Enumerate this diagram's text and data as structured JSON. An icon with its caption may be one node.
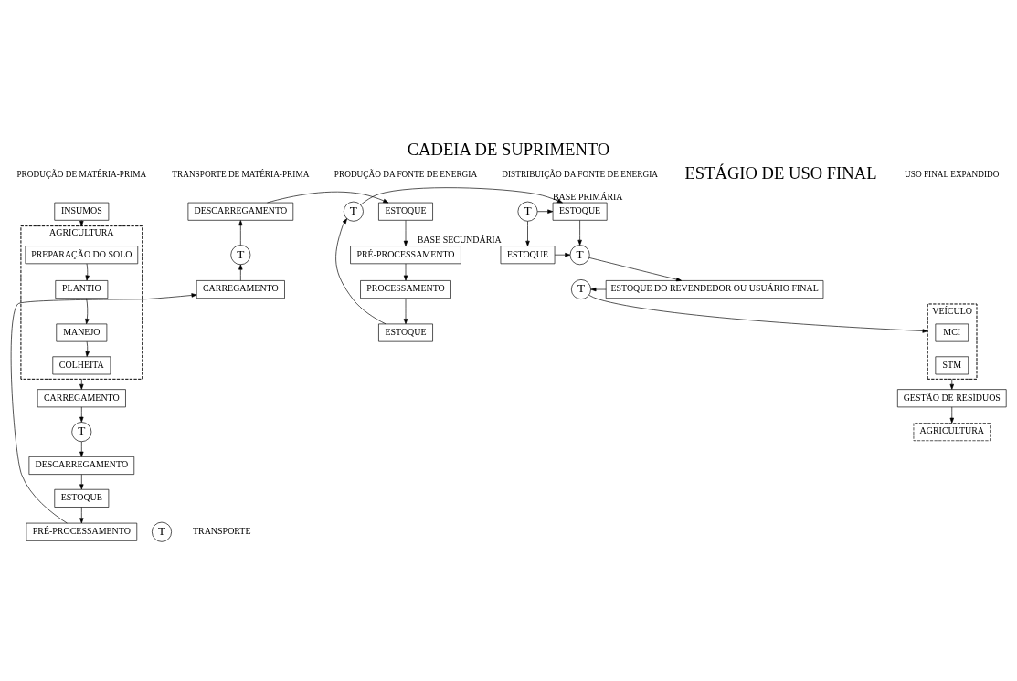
{
  "diagram": {
    "title": "CADEIA DE SUPRIMENTO",
    "nodes": [
      {
        "text": [
          "INSUMOS"
        ]
      },
      {
        "text": [
          "AGRICULTURA"
        ]
      },
      {
        "text": [
          "PREPARAÇÃO DO SOLO"
        ],
        "in": 1
      },
      {
        "text": [
          "PLANTIO"
        ],
        "in": 1
      },
      {
        "text": [
          "MANEJO"
        ],
        "in": 1
      },
      {
        "text": [
          "COLHEITA"
        ],
        "in": 1
      },
      {
        "text": [
          "CARREGAMENTO"
        ]
      },
      {
        "text": [
          "T"
        ]
      },
      {
        "text": [
          "DESCARREGAMENTO"
        ]
      },
      {
        "text": [
          "ESTOQUE"
        ]
      },
      {
        "text": [
          "PRÉ-PROCESSAMENTO"
        ]
      },
      {
        "text": [
          "CARREGAMENTO"
        ]
      },
      {
        "text": [
          "T"
        ]
      },
      {
        "text": [
          "DESCARREGAMENTO"
        ]
      },
      {
        "text": [
          "ESTOQUE"
        ]
      },
      {
        "text": [
          "PRÉ-PROCESSAMENTO"
        ]
      },
      {
        "text": [
          "PROCESSAMENTO"
        ]
      },
      {
        "text": [
          "ESTOQUE"
        ]
      },
      {
        "text": [
          "T"
        ]
      },
      {
        "text": [
          "ESTOQUE"
        ],
        "beside": [
          "BASE PRIMÁRIA"
        ]
      },
      {
        "text": [
          "T"
        ]
      },
      {
        "text": [
          "T"
        ]
      },
      {
        "text": [
          "ESTOQUE"
        ],
        "beside": [
          "BASE SECUNDÁRIA"
        ]
      },
      {
        "text": [
          "ESTOQUE DO REVENDEDOR OU USUÁRIO FINAL"
        ]
      },
      {
        "text": [
          "T"
        ]
      },
      {
        "text": [
          "VEÍCULO"
        ]
      },
      {
        "text": [
          "MCI"
        ],
        "in": 25
      },
      {
        "text": [
          "STM"
        ],
        "in": 25
      },
      {
        "text": [
          "GESTÃO DE RESÍDUOS"
        ]
      },
      {
        "text": [
          "AGRICULTURA"
        ]
      },
      {
        "text": [
          "T"
        ]
      }
    ],
    "edges": [
      {
        "from": 0,
        "to": 1,
        "arrow": "to"
      },
      {
        "from": 2,
        "to": 3,
        "arrow": "to"
      },
      {
        "from": 3,
        "to": 4,
        "arrow": "to"
      },
      {
        "from": 4,
        "to": 5,
        "arrow": "to"
      },
      {
        "from": 1,
        "to": 6,
        "arrow": "to"
      },
      {
        "from": 6,
        "to": 7,
        "arrow": "to"
      },
      {
        "from": 7,
        "to": 8,
        "arrow": "to"
      },
      {
        "from": 8,
        "to": 9,
        "arrow": "to"
      },
      {
        "from": 9,
        "to": 10,
        "arrow": "to"
      },
      {
        "from": 10,
        "to": 11,
        "arrow": "to"
      },
      {
        "from": 11,
        "to": 12,
        "arrow": "to"
      },
      {
        "from": 12,
        "to": 13,
        "arrow": "to"
      },
      {
        "from": 13,
        "to": 14,
        "arrow": "to"
      },
      {
        "from": 14,
        "to": 15,
        "arrow": "to"
      },
      {
        "from": 15,
        "to": 16,
        "arrow": "to"
      },
      {
        "from": 16,
        "to": 17,
        "arrow": "to"
      },
      {
        "from": 17,
        "to": 18,
        "arrow": "to"
      },
      {
        "from": 18,
        "to": 19,
        "arrow": "to"
      },
      {
        "from": 20,
        "to": 19,
        "arrow": "to"
      },
      {
        "from": 20,
        "to": 22,
        "arrow": "to"
      },
      {
        "from": 19,
        "to": 21,
        "arrow": "to"
      },
      {
        "from": 22,
        "to": 21,
        "arrow": "to"
      },
      {
        "from": 21,
        "to": 23,
        "arrow": "to"
      },
      {
        "from": 23,
        "to": 24,
        "arrow": "to"
      },
      {
        "from": 24,
        "to": 25,
        "arrow": "to"
      },
      {
        "from": 25,
        "to": 28,
        "arrow": "to"
      },
      {
        "from": 28,
        "to": 29,
        "arrow": "to"
      }
    ],
    "labels": [
      "ESTÁGIO DE USO FINAL",
      "PRODUÇÃO DE MATÉRIA-PRIMA",
      "TRANSPORTE DE MATÉRIA-PRIMA",
      "PRODUÇÃO DA FONTE DE ENERGIA",
      "DISTRIBUIÇÃO DA FONTE DE ENERGIA",
      "USO FINAL EXPANDIDO"
    ],
    "legend": [
      {
        "text": "TRANSPORTE"
      }
    ]
  }
}
